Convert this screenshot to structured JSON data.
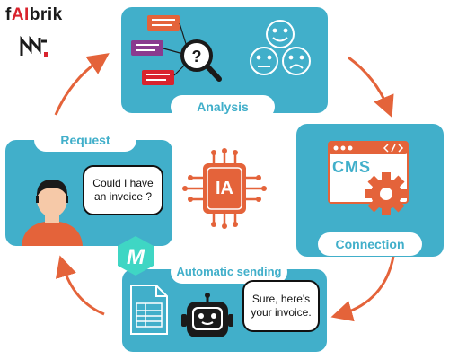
{
  "brand": {
    "name_prefix": "f",
    "name_accent": "AI",
    "name_suffix": "brik"
  },
  "stages": {
    "analysis": "Analysis",
    "connection": "Connection",
    "automatic_sending": "Automatic sending",
    "request": "Request"
  },
  "center_chip": "IA",
  "cms_label": "CMS",
  "bubbles": {
    "request": "Could I have an invoice ?",
    "reply": "Sure, here's your invoice."
  },
  "colors": {
    "card": "#41afca",
    "arrow": "#e4633a",
    "chip": "#e4633a",
    "label": "#41afca"
  }
}
